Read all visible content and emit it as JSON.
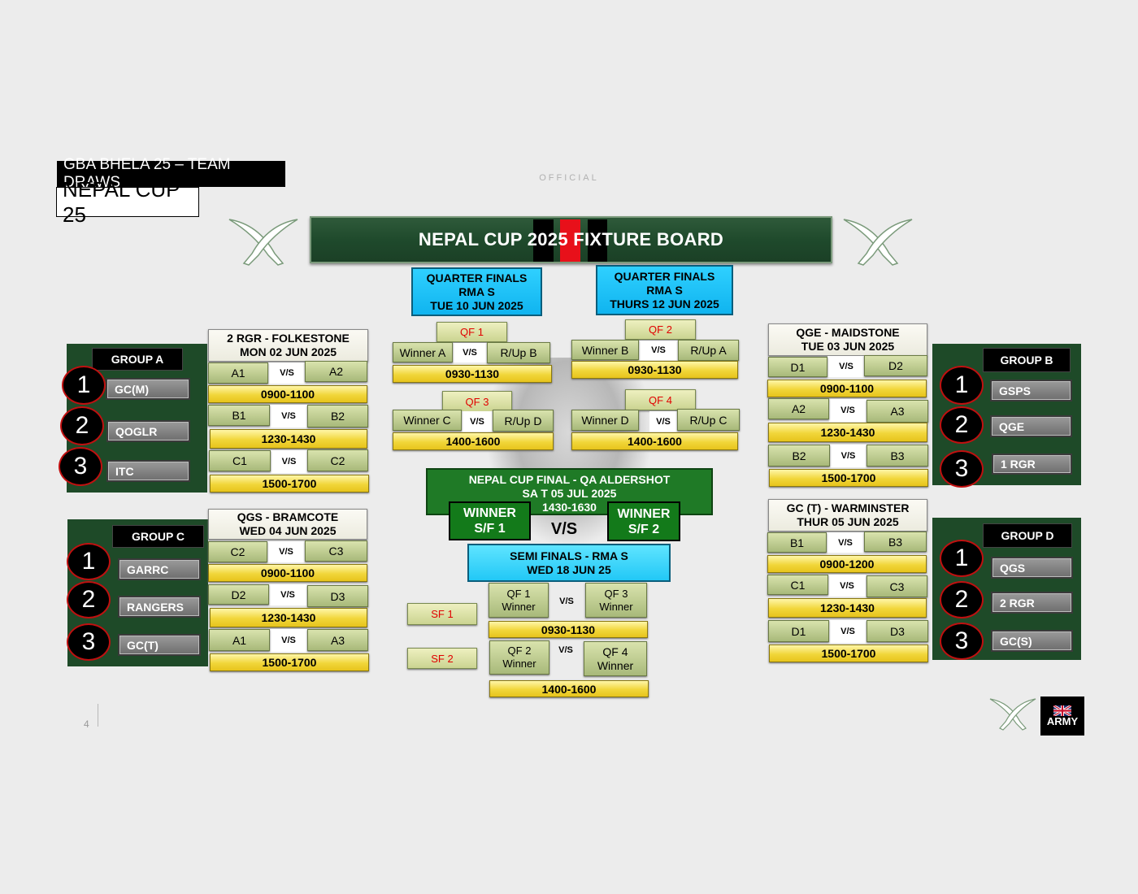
{
  "header": {
    "draws_title": "GBA BHELA 25 – TEAM DRAWS",
    "cup_title": "NEPAL CUP 25"
  },
  "official_marking": "OFFICIAL",
  "banner": {
    "title": "NEPAL CUP 2025 FIXTURE BOARD"
  },
  "groups": {
    "a": {
      "title": "GROUP A",
      "ranks": [
        "1",
        "2",
        "3"
      ],
      "teams": [
        "GC(M)",
        "QOGLR",
        "ITC"
      ]
    },
    "b": {
      "title": "GROUP B",
      "ranks": [
        "1",
        "2",
        "3"
      ],
      "teams": [
        "GSPS",
        "QGE",
        "1 RGR"
      ]
    },
    "c": {
      "title": "GROUP C",
      "ranks": [
        "1",
        "2",
        "3"
      ],
      "teams": [
        "GARRC",
        "RANGERS",
        "GC(T)"
      ]
    },
    "d": {
      "title": "GROUP D",
      "ranks": [
        "1",
        "2",
        "3"
      ],
      "teams": [
        "QGS",
        "2 RGR",
        "GC(S)"
      ]
    }
  },
  "venues": {
    "a": {
      "name": "2 RGR - FOLKESTONE",
      "date": "MON 02 JUN 2025"
    },
    "b": {
      "name": "QGE - MAIDSTONE",
      "date": "TUE 03 JUN 2025"
    },
    "c": {
      "name": "QGS - BRAMCOTE",
      "date": "WED 04 JUN 2025"
    },
    "d": {
      "name": "GC (T) - WARMINSTER",
      "date": "THUR 05 JUN 2025"
    }
  },
  "vs_label": "V/S",
  "matches": {
    "a": [
      {
        "home": "A1",
        "away": "A2",
        "time": "0900-1100"
      },
      {
        "home": "B1",
        "away": "B2",
        "time": "1230-1430"
      },
      {
        "home": "C1",
        "away": "C2",
        "time": "1500-1700"
      }
    ],
    "b": [
      {
        "home": "D1",
        "away": "D2",
        "time": "0900-1100"
      },
      {
        "home": "A2",
        "away": "A3",
        "time": "1230-1430"
      },
      {
        "home": "B2",
        "away": "B3",
        "time": "1500-1700"
      }
    ],
    "c": [
      {
        "home": "C2",
        "away": "C3",
        "time": "0900-1100"
      },
      {
        "home": "D2",
        "away": "D3",
        "time": "1230-1430"
      },
      {
        "home": "A1",
        "away": "A3",
        "time": "1500-1700"
      }
    ],
    "d": [
      {
        "home": "B1",
        "away": "B3",
        "time": "0900-1200"
      },
      {
        "home": "C1",
        "away": "C3",
        "time": "1230-1430"
      },
      {
        "home": "D1",
        "away": "D3",
        "time": "1500-1700"
      }
    ]
  },
  "quarter_finals": {
    "day1": {
      "line1": "QUARTER FINALS",
      "line2": "RMA S",
      "line3": "TUE 10 JUN 2025"
    },
    "day2": {
      "line1": "QUARTER FINALS",
      "line2": "RMA S",
      "line3": "THURS 12 JUN 2025"
    },
    "qf1": {
      "label": "QF 1",
      "home": "Winner A",
      "away": "R/Up B",
      "time": "0930-1130"
    },
    "qf2": {
      "label": "QF 2",
      "home": "Winner B",
      "away": "R/Up A",
      "time": "0930-1130"
    },
    "qf3": {
      "label": "QF 3",
      "home": "Winner C",
      "away": "R/Up D",
      "time": "1400-1600"
    },
    "qf4": {
      "label": "QF 4",
      "home": "Winner D",
      "away": "R/Up C",
      "time": "1400-1600"
    }
  },
  "final": {
    "line1": "NEPAL CUP FINAL - QA ALDERSHOT",
    "line2": "SA T 05 JUL 2025",
    "line3": "1430-1630",
    "home_l1": "WINNER",
    "home_l2": "S/F 1",
    "away_l1": "WINNER",
    "away_l2": "S/F 2",
    "vs": "V/S"
  },
  "semi_finals": {
    "line1": "SEMI FINALS - RMA S",
    "line2": "WED 18 JUN 25",
    "sf1": {
      "label": "SF 1",
      "home_l1": "QF 1",
      "home_l2": "Winner",
      "away_l1": "QF 3",
      "away_l2": "Winner",
      "time": "0930-1130"
    },
    "sf2": {
      "label": "SF 2",
      "home_l1": "QF 2",
      "home_l2": "Winner",
      "away_l1": "QF 4",
      "away_l2": "Winner",
      "time": "1400-1600"
    }
  },
  "footer": {
    "page_number": "4",
    "army_label": "ARMY"
  },
  "icons": {
    "crest": "crossed-kukri-icon",
    "flag": "union-flag-icon"
  },
  "colors": {
    "banner_green": "#1f4a2c",
    "group_green": "#1e4a28",
    "stage_blue": "#10b4ef",
    "time_yellow": "#f1d63a",
    "final_green": "#1f7a26",
    "rank_border": "#c01010"
  }
}
